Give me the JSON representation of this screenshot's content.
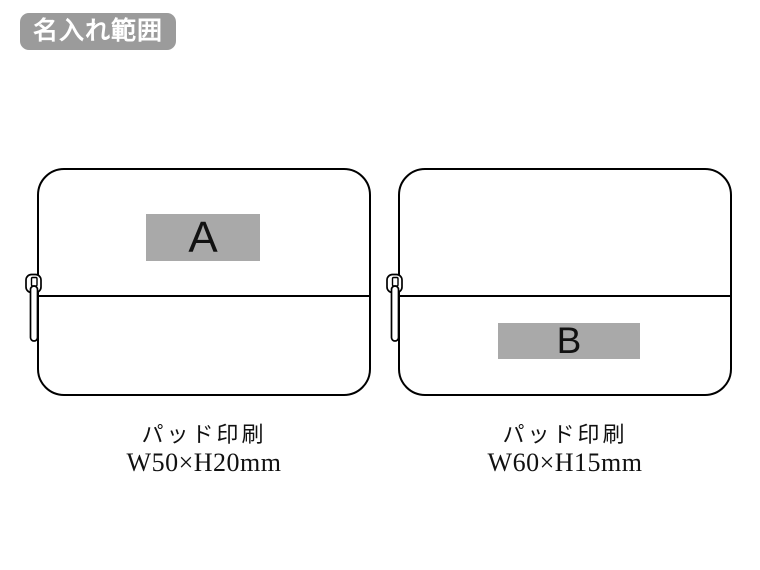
{
  "badge": {
    "label": "名入れ範囲"
  },
  "colors": {
    "badge_bg": "#9b9b9b",
    "badge_text": "#ffffff",
    "print_area_fill": "#a9a9a9",
    "outline": "#000000",
    "background": "#ffffff"
  },
  "pouches": [
    {
      "name": "pouch-a",
      "print_label": "A",
      "print_area_position": "upper-front",
      "caption_method": "パッド印刷",
      "caption_size": "W50×H20mm"
    },
    {
      "name": "pouch-b",
      "print_label": "B",
      "print_area_position": "lower-front",
      "caption_method": "パッド印刷",
      "caption_size": "W60×H15mm"
    }
  ]
}
